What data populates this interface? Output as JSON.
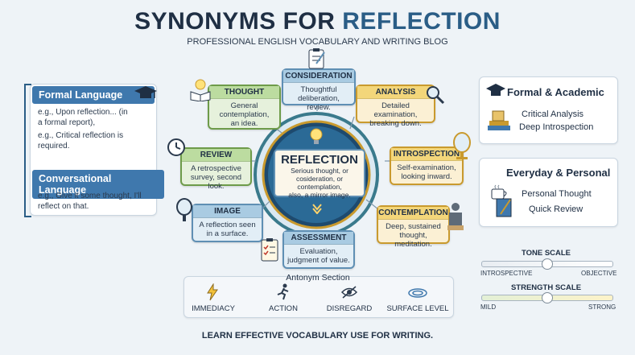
{
  "header": {
    "title_part1": "SYNONYMS FOR",
    "title_part2": "REFLECTION",
    "subtitle": "PROFESSIONAL ENGLISH VOCABULARY AND WRITING BLOG"
  },
  "left_panel": {
    "formal_title": "Formal Language",
    "formal_example1_line1": "e.g., Upon reflection... (in",
    "formal_example1_line2": "a formal report),",
    "formal_example2_line1": "e.g., Critical reflection is",
    "formal_example2_line2": "required.",
    "conversational_title": "Conversational Language",
    "conversational_example_line1": "e.g., Give it some thought, I'll",
    "conversational_example_line2": "reflect on that."
  },
  "center": {
    "title": "REFLECTION",
    "line1": "Serious thought, or",
    "line2": "cosideration, or contemplation,",
    "line3": "also, a mirror image."
  },
  "nodes": {
    "consideration": {
      "title": "CONSIDERATION",
      "line1": "Thoughtful",
      "line2": "deliberation, review."
    },
    "thought": {
      "title": "THOUGHT",
      "line1": "General",
      "line2": "contemplation,",
      "line3": "an idea."
    },
    "analysis": {
      "title": "ANALYSIS",
      "line1": "Detailed examination,",
      "line2": "breaking down."
    },
    "review": {
      "title": "REVIEW",
      "line1": "A retrospective",
      "line2": "survey, second look."
    },
    "introspection": {
      "title": "INTROSPECTION",
      "line1": "Self-examination,",
      "line2": "looking inward."
    },
    "image": {
      "title": "IMAGE",
      "line1": "A reflection seen",
      "line2": "in a surface."
    },
    "contemplation": {
      "title": "CONTEMPLATION",
      "line1": "Deep, sustained",
      "line2": "thought, meditation."
    },
    "assessment": {
      "title": "ASSESSMENT",
      "line1": "Evaluation,",
      "line2": "judgment of value."
    }
  },
  "right_panel": {
    "academic_title": "Formal & Academic",
    "academic_item1": "Critical Analysis",
    "academic_item2": "Deep Introspection",
    "everyday_title": "Everyday & Personal",
    "everyday_item1": "Personal Thought",
    "everyday_item2": "Quick Review"
  },
  "antonyms": {
    "title": "Antonym Section",
    "items": [
      "IMMEDIACY",
      "ACTION",
      "DISREGARD",
      "SURFACE LEVEL"
    ]
  },
  "tone_scale": {
    "title": "TONE SCALE",
    "left_label": "INTROSPECTIVE",
    "right_label": "OBJECTIVE",
    "value": 0.5
  },
  "strength_scale": {
    "title": "STRENGTH SCALE",
    "left_label": "MILD",
    "right_label": "STRONG",
    "value": 0.5
  },
  "footer": "LEARN EFFECTIVE VOCABULARY USE FOR WRITING.",
  "colors": {
    "accent": "#2a5d86",
    "tab": "#3f78ad"
  }
}
